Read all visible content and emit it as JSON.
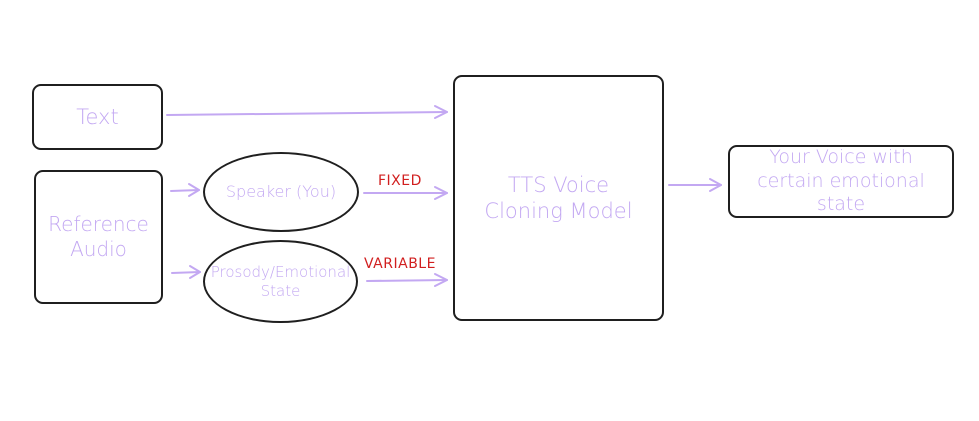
{
  "diagram": {
    "nodes": {
      "text": "Text",
      "reference_audio": "Reference Audio",
      "speaker": "Speaker (You)",
      "prosody": "Prosody/Emotional State",
      "tts_model": "TTS Voice Cloning Model",
      "output": "Your Voice with certain emotional state"
    },
    "edge_labels": {
      "fixed": "FIXED",
      "variable": "VARIABLE"
    }
  },
  "colors": {
    "node_text": "#c3a8f2",
    "arrow": "#c3a8f2",
    "border": "#1f1f1f",
    "edge_label": "#d11f1f",
    "background": "#ffffff"
  }
}
